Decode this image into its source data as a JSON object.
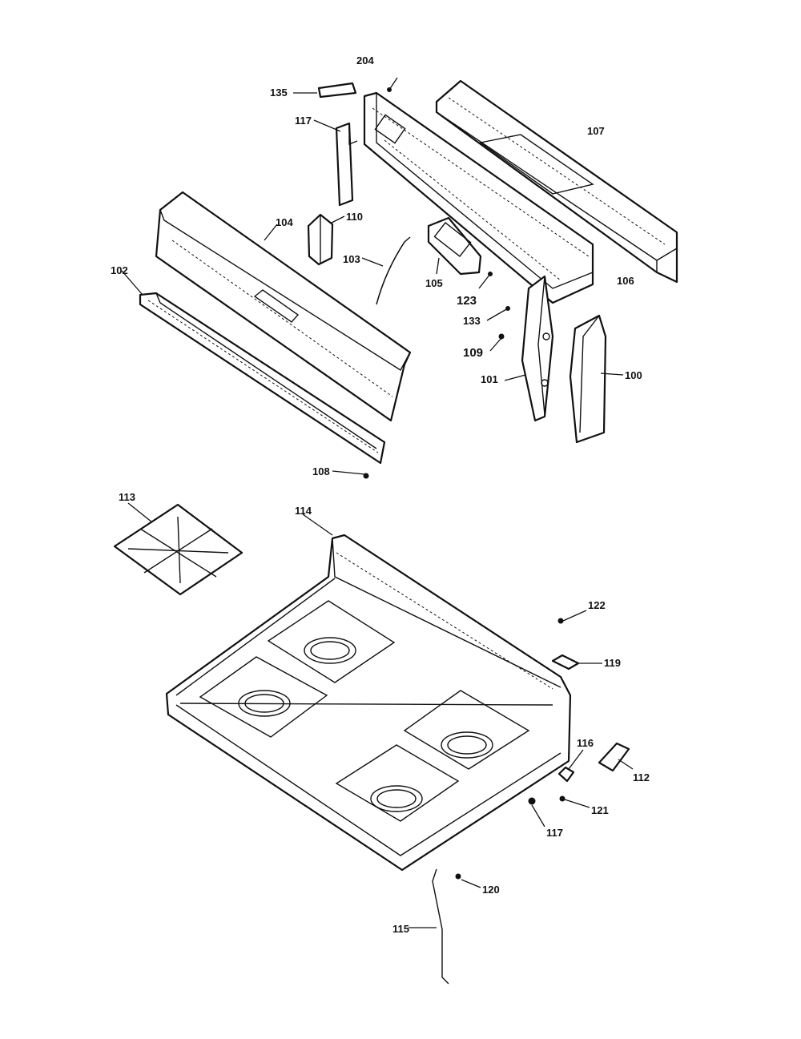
{
  "header": {
    "left": "",
    "middle": "",
    "right": ""
  },
  "labels": {
    "l204": "204",
    "l135": "135",
    "l117a": "117",
    "l107": "107",
    "l110": "110",
    "l104": "104",
    "l102": "102",
    "l103": "103",
    "l105": "105",
    "l123": "123",
    "l106": "106",
    "l133": "133",
    "l109": "109",
    "l101": "101",
    "l100": "100",
    "l108": "108",
    "l113": "113",
    "l114": "114",
    "l122": "122",
    "l119": "119",
    "l116": "116",
    "l112": "112",
    "l121": "121",
    "l117b": "117",
    "l120": "120",
    "l115": "115"
  }
}
